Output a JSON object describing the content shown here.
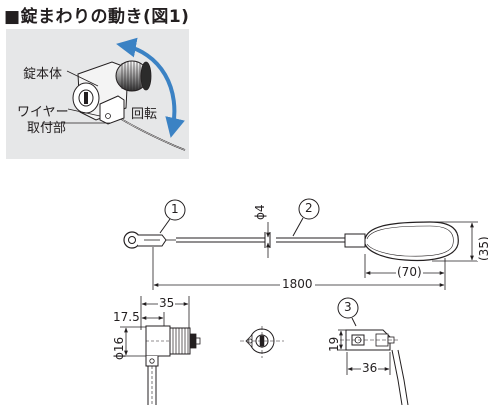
{
  "title": "■錠まわりの動き(図1)",
  "figure1": {
    "labels": {
      "lock_body": "錠本体",
      "wire_mount_line1": "ワイヤー",
      "wire_mount_line2": "取付部",
      "rotation": "回転"
    }
  },
  "callouts": [
    "1",
    "2",
    "3"
  ],
  "dimensions": {
    "wire_diameter": "ϕ4",
    "total_length": "1800",
    "loop_length": "(70)",
    "loop_height": "(35)",
    "side_width": "35",
    "side_offset": "17.5",
    "side_height": "ϕ16",
    "part3_height": "19",
    "part3_width": "36"
  },
  "colors": {
    "panel": "#e6e7e8",
    "arrow_blue": "#3b82c4",
    "line": "#231f20"
  }
}
